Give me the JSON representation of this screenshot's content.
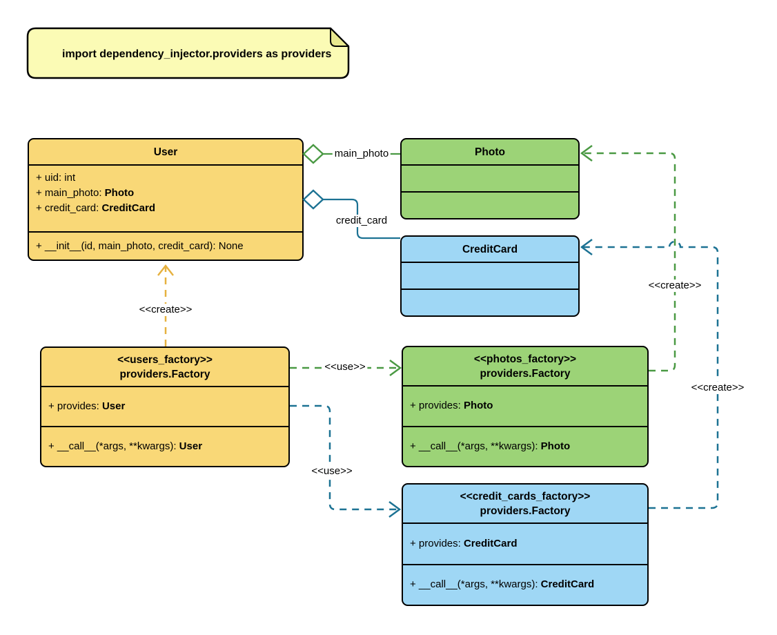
{
  "note": {
    "text": "import dependency_injector.providers as providers"
  },
  "palette": {
    "yellow_fill": "#F9D877",
    "green_fill": "#9CD377",
    "blue_fill": "#9FD7F5",
    "note_fill": "#FBFBB5",
    "note_fold": "#E9E98F",
    "green_line": "#4A9943",
    "teal_line": "#1C7293",
    "orange_line": "#E6B13F",
    "border": "#000000"
  },
  "classes": {
    "user": {
      "title": "User",
      "attributes": [
        {
          "text": "+ uid: int",
          "bold": ""
        },
        {
          "text": "+ main_photo: ",
          "bold": "Photo"
        },
        {
          "text": "+ credit_card: ",
          "bold": "CreditCard"
        }
      ],
      "methods": [
        {
          "text": "+ __init__(id, main_photo, credit_card): None",
          "bold": ""
        }
      ]
    },
    "photo": {
      "title": "Photo"
    },
    "credit_card": {
      "title": "CreditCard"
    },
    "users_factory": {
      "stereotype": "<<users_factory>>",
      "title": "providers.Factory",
      "attributes": [
        {
          "text": "+ provides: ",
          "bold": "User"
        }
      ],
      "methods": [
        {
          "text": "+ __call__(*args, **kwargs): ",
          "bold": "User"
        }
      ]
    },
    "photos_factory": {
      "stereotype": "<<photos_factory>>",
      "title": "providers.Factory",
      "attributes": [
        {
          "text": "+ provides: ",
          "bold": "Photo"
        }
      ],
      "methods": [
        {
          "text": "+ __call__(*args, **kwargs): ",
          "bold": "Photo"
        }
      ]
    },
    "credit_cards_factory": {
      "stereotype": "<<credit_cards_factory>>",
      "title": "providers.Factory",
      "attributes": [
        {
          "text": "+ provides: ",
          "bold": "CreditCard"
        }
      ],
      "methods": [
        {
          "text": "+ __call__(*args, **kwargs): ",
          "bold": "CreditCard"
        }
      ]
    }
  },
  "edges": {
    "aggregation_main_photo": {
      "label": "main_photo"
    },
    "aggregation_credit_card": {
      "label": "credit_card"
    },
    "create_user": {
      "label": "<<create>>"
    },
    "use_photos": {
      "label": "<<use>>"
    },
    "use_credit_cards": {
      "label": "<<use>>"
    },
    "create_photo": {
      "label": "<<create>>"
    },
    "create_credit_card": {
      "label": "<<create>>"
    }
  }
}
